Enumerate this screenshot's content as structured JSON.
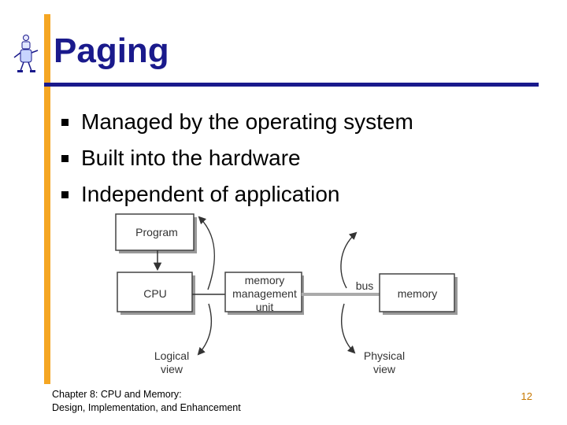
{
  "slide": {
    "title": "Paging",
    "bullets": [
      "Managed by the operating system",
      "Built into the hardware",
      "Independent of application"
    ]
  },
  "diagram": {
    "program": "Program",
    "cpu": "CPU",
    "mmu_lines": [
      "memory",
      "management",
      "unit"
    ],
    "bus": "bus",
    "memory": "memory",
    "logical_view": [
      "Logical",
      "view"
    ],
    "physical_view": [
      "Physical",
      "view"
    ]
  },
  "footer": {
    "line1": "Chapter 8: CPU and Memory:",
    "line2": "Design, Implementation, and Enhancement",
    "page_number": "12"
  },
  "colors": {
    "title": "#1a1a8c",
    "accent_bar": "#f5a623",
    "page_number": "#c77800"
  }
}
